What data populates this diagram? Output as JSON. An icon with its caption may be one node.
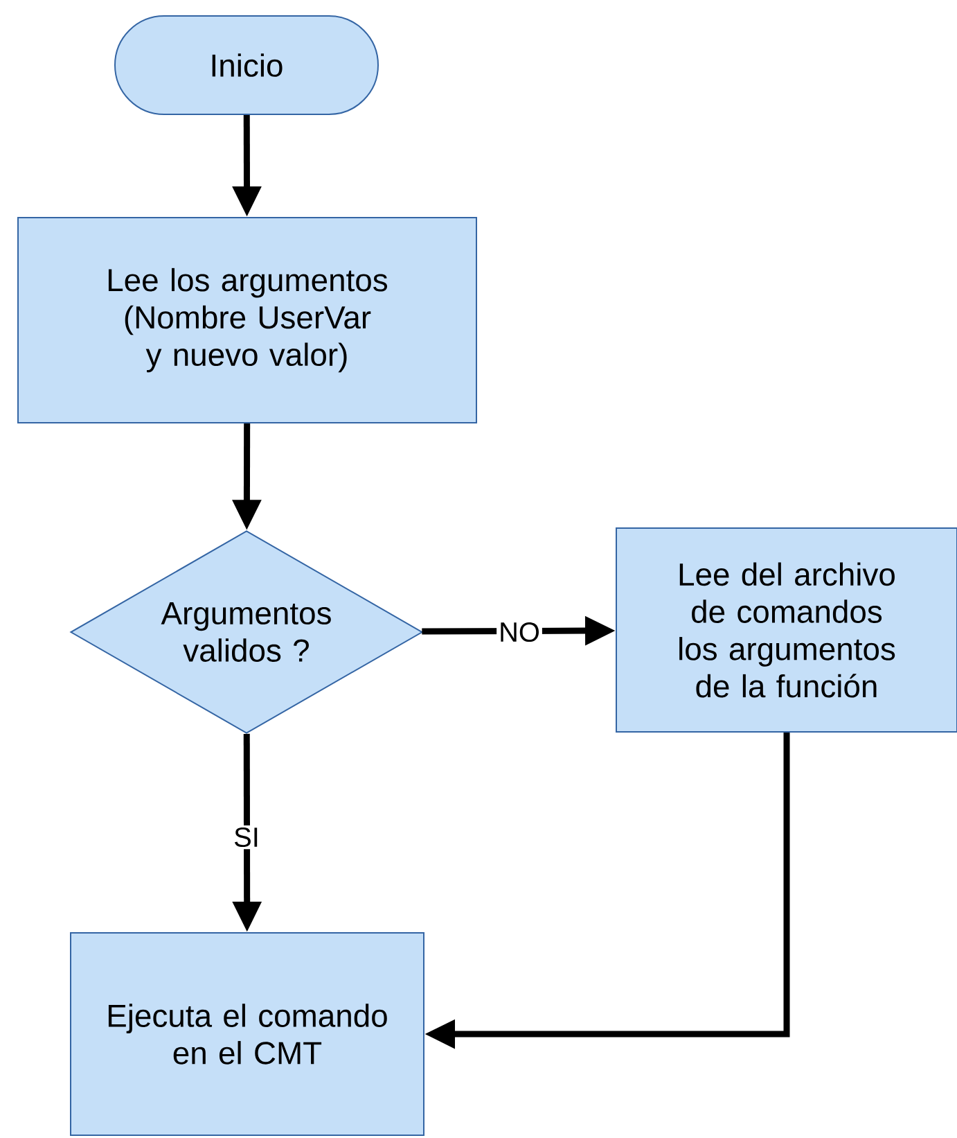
{
  "diagram": {
    "nodes": [
      {
        "text": [
          "Inicio"
        ]
      },
      {
        "text": [
          "Lee los argumentos (Nombre UserVar y nuevo valor)"
        ]
      },
      {
        "text": [
          "Argumentos validos ?"
        ]
      },
      {
        "text": [
          "Lee del archivo de comandos los argumentos de la función"
        ]
      },
      {
        "text": [
          "Ejecuta el comando en el CMT"
        ]
      }
    ],
    "edges": [
      {
        "from": 0,
        "to": 1,
        "arrow": "to"
      },
      {
        "from": 1,
        "to": 2,
        "arrow": "to"
      },
      {
        "from": 2,
        "to": 3,
        "arrow": "to",
        "label": "NO"
      },
      {
        "from": 2,
        "to": 4,
        "arrow": "to",
        "label": "SI"
      },
      {
        "from": 3,
        "to": 4,
        "arrow": "to"
      }
    ]
  }
}
